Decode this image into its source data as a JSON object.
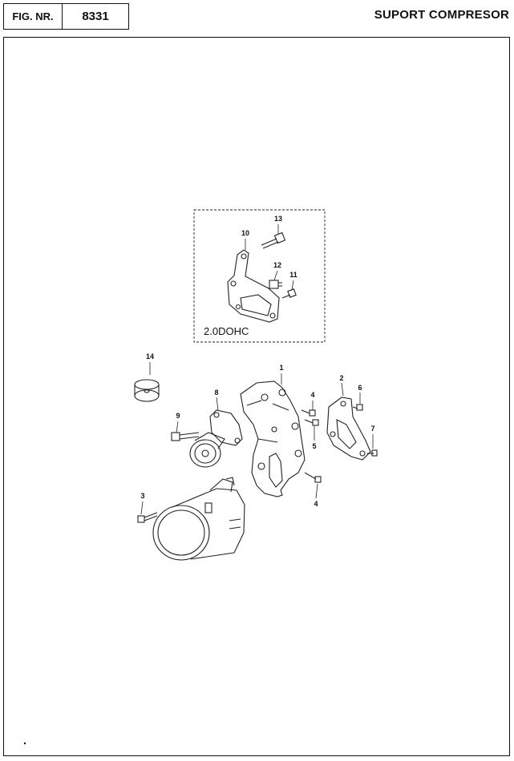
{
  "header": {
    "fig_label": "FIG. NR.",
    "fig_number": "8331",
    "title": "SUPORT COMPRESOR"
  },
  "inset": {
    "variant_label": "2.0DOHC"
  },
  "callouts": {
    "c1": "1",
    "c2": "2",
    "c3": "3",
    "c4a": "4",
    "c4b": "4",
    "c5": "5",
    "c6": "6",
    "c7": "7",
    "c8": "8",
    "c9": "9",
    "c10": "10",
    "c11": "11",
    "c12": "12",
    "c13": "13",
    "c14": "14"
  }
}
